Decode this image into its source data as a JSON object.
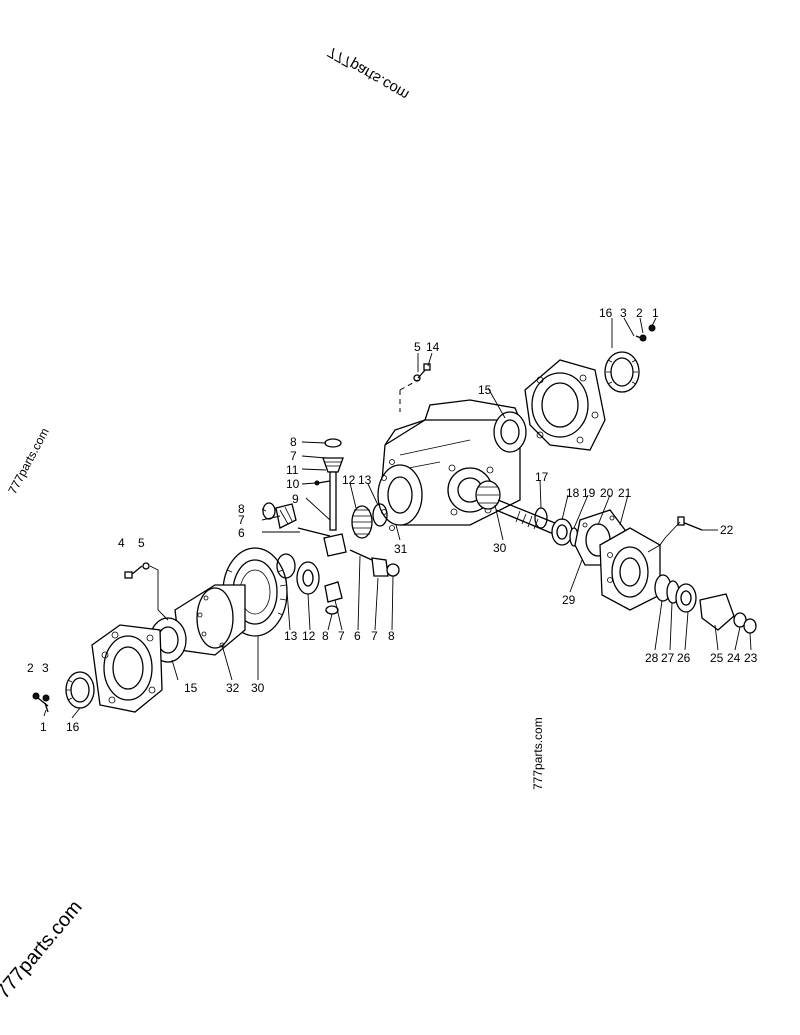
{
  "watermarks": [
    "777parts.com",
    "777parts.com",
    "777parts.com",
    "777parts.com"
  ],
  "callouts": {
    "c16a": "16",
    "c3a": "3",
    "c2a": "2",
    "c1a": "1",
    "c5a": "5",
    "c14": "14",
    "c15a": "15",
    "c8a": "8",
    "c7a": "7",
    "c11": "11",
    "c10": "10",
    "c12a": "12",
    "c13a": "13",
    "c9": "9",
    "c8b": "8",
    "c7b": "7",
    "c6a": "6",
    "c17": "17",
    "c18": "18",
    "c19": "19",
    "c20": "20",
    "c21": "21",
    "c22": "22",
    "c29": "29",
    "c30a": "30",
    "c31": "31",
    "c4": "4",
    "c5b": "5",
    "c13b": "13",
    "c12b": "12",
    "c8c": "8",
    "c7c": "7",
    "c6b": "6",
    "c7d": "7",
    "c8d": "8",
    "c28": "28",
    "c27": "27",
    "c26": "26",
    "c25": "25",
    "c24": "24",
    "c23": "23",
    "c2b": "2",
    "c3b": "3",
    "c1b": "1",
    "c16b": "16",
    "c15b": "15",
    "c32": "32",
    "c30b": "30"
  }
}
